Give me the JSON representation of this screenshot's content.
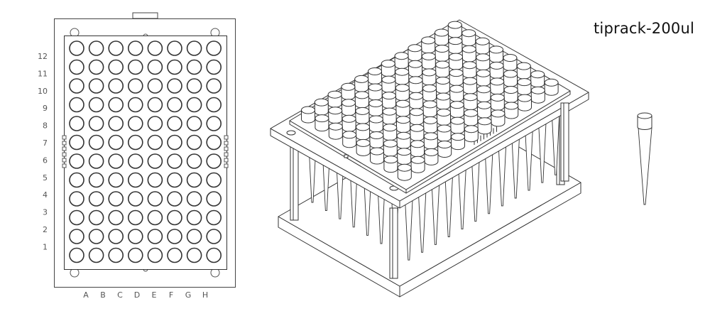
{
  "title": "tiprack-200ul",
  "top_view": {
    "row_labels": [
      "12",
      "11",
      "10",
      "9",
      "8",
      "7",
      "6",
      "5",
      "4",
      "3",
      "2",
      "1"
    ],
    "column_labels": [
      "A",
      "B",
      "C",
      "D",
      "E",
      "F",
      "G",
      "H"
    ]
  },
  "colors": {
    "line": "#333333",
    "background": "#ffffff",
    "label": "#555555"
  }
}
